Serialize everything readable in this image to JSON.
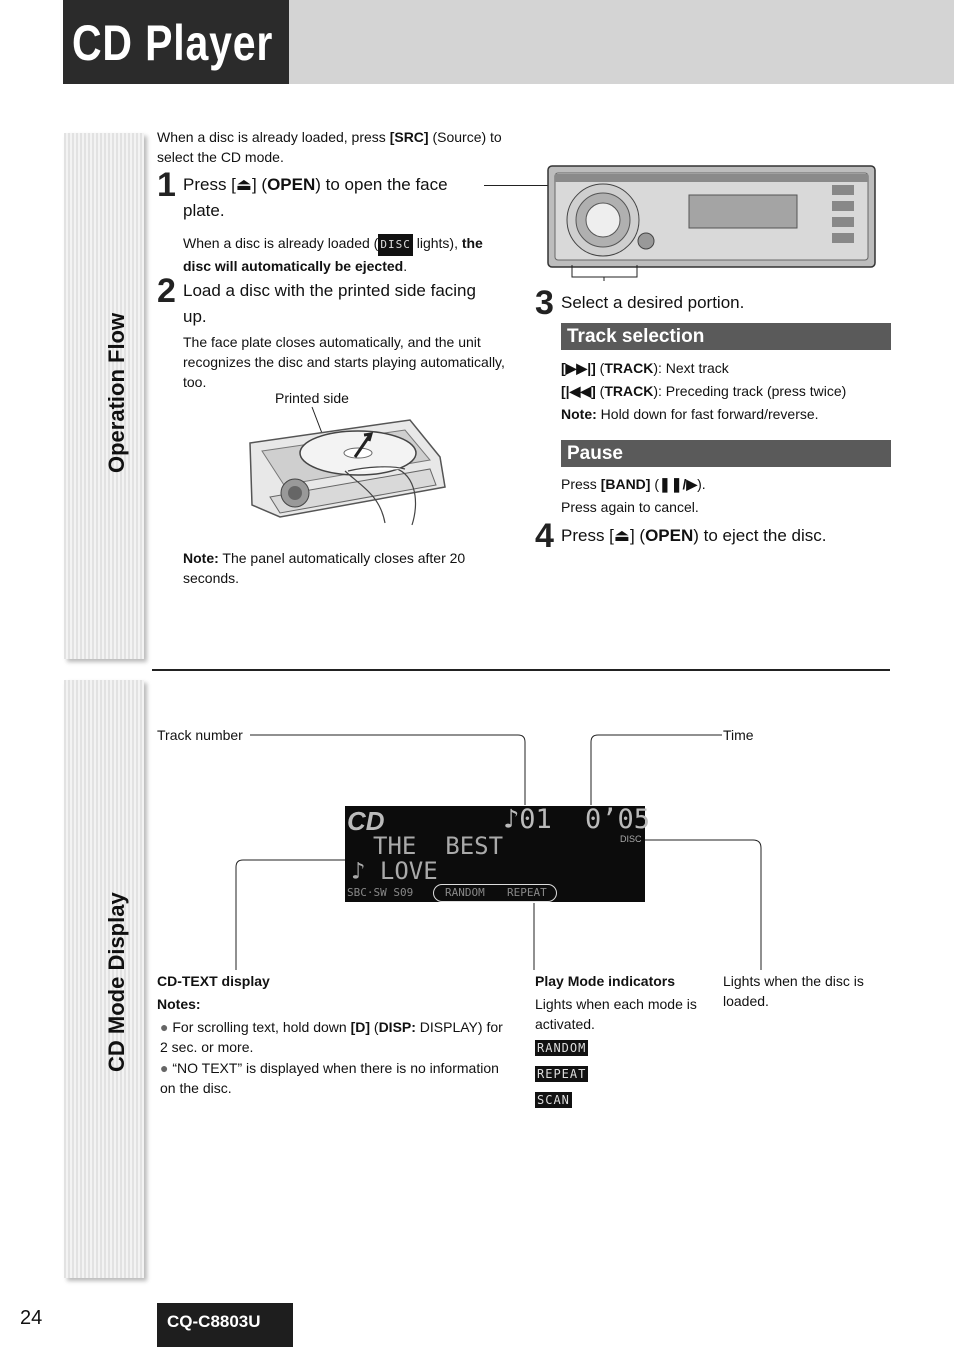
{
  "header": {
    "title": "CD Player"
  },
  "side_tabs": {
    "operation_flow": "Operation Flow",
    "cd_mode_display": "CD Mode Display"
  },
  "intro": {
    "pre": "When a disc is already loaded, press ",
    "key": "[SRC]",
    "post": " (Source) to select the CD mode."
  },
  "step1": {
    "num": "1",
    "text_a": "Press [",
    "text_b": "] (",
    "key": "OPEN",
    "text_c": ") to open the face plate.",
    "sub_a": "When a disc is already loaded (",
    "disc_badge": "DISC",
    "sub_b": " lights), ",
    "sub_bold": "the disc will automatically be ejected",
    "sub_c": "."
  },
  "step2": {
    "num": "2",
    "text": "Load a disc with the printed side facing up.",
    "sub": "The face plate closes automatically, and the unit recognizes the disc and starts playing automatically, too.",
    "printed_side": "Printed side",
    "note_label": "Note:",
    "note_text": " The panel automatically closes after 20 seconds."
  },
  "step3": {
    "num": "3",
    "text": "Select a desired portion."
  },
  "track_selection": {
    "title": "Track selection",
    "next_key": "TRACK",
    "next_text": "): Next track",
    "prev_key": "TRACK",
    "prev_text": "): Preceding track (press twice)",
    "note_label": "Note:",
    "note_text": " Hold down for fast forward/reverse."
  },
  "pause": {
    "title": "Pause",
    "line1_pre": "Press ",
    "line1_key": "[BAND]",
    "line1_post": ").",
    "line2": "Press again to cancel."
  },
  "step4": {
    "num": "4",
    "text_a": "Press [",
    "text_b": "] (",
    "key": "OPEN",
    "text_c": ") to eject the disc."
  },
  "display": {
    "track_number_label": "Track number",
    "time_label": "Time",
    "lcd": {
      "source": "CD",
      "track": "♪01",
      "time": "0’05",
      "disc": "DISC",
      "line1": "THE  BEST",
      "line2": "♪ LOVE",
      "bottom_left": "SBC·SW  S09",
      "random": "RANDOM",
      "repeat": "REPEAT"
    },
    "cd_text_label": "CD-TEXT display",
    "notes_label": "Notes:",
    "note1_a": "For scrolling text, hold down ",
    "note1_key": "[D]",
    "note1_b": " (",
    "note1_key2": "DISP:",
    "note1_c": " DISPLAY) for 2 sec. or more.",
    "note2": "“NO TEXT” is displayed when there is no information on the disc.",
    "play_mode_label": "Play Mode indicators",
    "play_mode_text": "Lights when each mode is activated.",
    "indicators": [
      "RANDOM",
      "REPEAT",
      "SCAN"
    ],
    "disc_lights_text": "Lights when the disc is loaded."
  },
  "footer": {
    "page_number": "24",
    "model": "CQ-C8803U"
  }
}
